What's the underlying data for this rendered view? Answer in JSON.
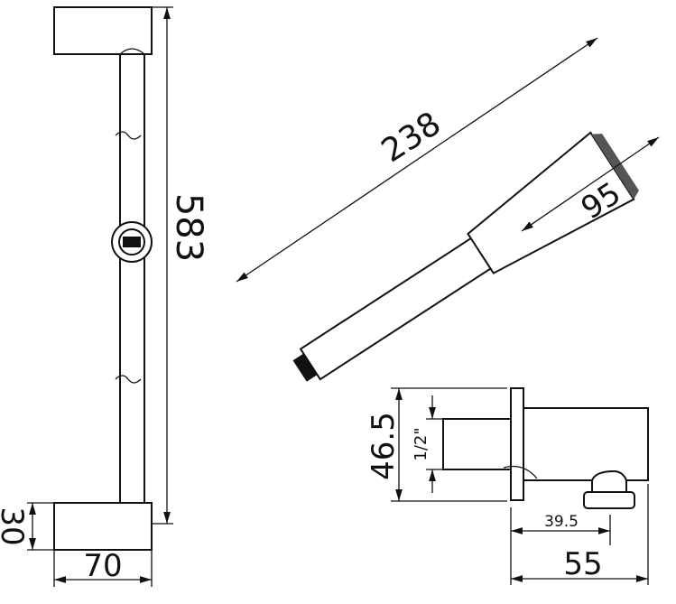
{
  "dimensions": {
    "rail_length": "583",
    "bracket_height": "30",
    "bracket_width": "70",
    "handshower_length": "238",
    "head_diameter": "95",
    "outlet_height": "46.5",
    "thread_size": "1/2\"",
    "outlet_offset": "39.5",
    "outlet_depth": "55"
  }
}
